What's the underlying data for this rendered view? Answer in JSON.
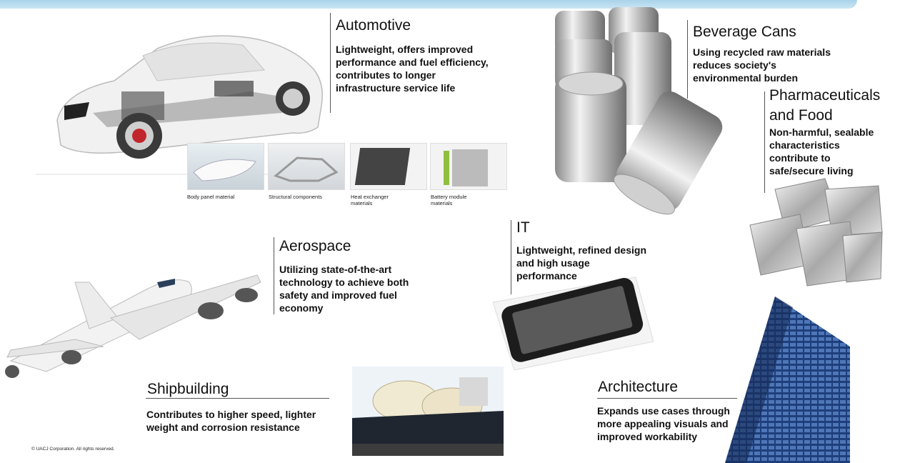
{
  "sections": {
    "automotive": {
      "title": "Automotive",
      "description": "Lightweight, offers improved performance and fuel efficiency, contributes to longer infrastructure service life",
      "components": [
        "Body panel material",
        "Structural components",
        "Heat exchanger materials",
        "Battery module materials"
      ]
    },
    "beverage_cans": {
      "title": "Beverage Cans",
      "description": "Using recycled raw materials reduces society's environmental burden"
    },
    "pharmaceuticals": {
      "title_line1": "Pharmaceuticals",
      "title_line2": "and Food",
      "description": "Non-harmful, sealable characteristics contribute to safe/secure living"
    },
    "aerospace": {
      "title": "Aerospace",
      "description": "Utilizing state-of-the-art technology to achieve both safety and improved fuel economy"
    },
    "it": {
      "title": "IT",
      "description": "Lightweight, refined design and high usage performance"
    },
    "shipbuilding": {
      "title": "Shipbuilding",
      "description": "Contributes to higher speed, lighter weight and corrosion resistance"
    },
    "architecture": {
      "title": "Architecture",
      "description": "Expands use cases through more appealing visuals and improved workability"
    }
  },
  "footer": {
    "copyright": "© UACJ Corporation. All rights reserved."
  }
}
